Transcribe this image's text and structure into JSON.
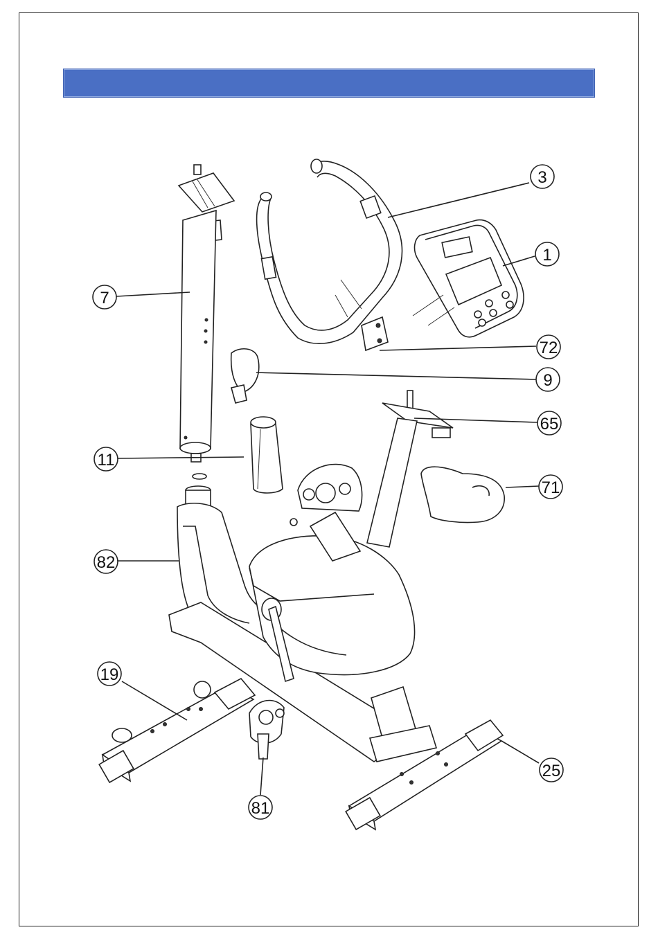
{
  "header": {
    "title": "",
    "color": "#4a6fc4"
  },
  "callouts": [
    {
      "id": "3",
      "label": "3"
    },
    {
      "id": "1",
      "label": "1"
    },
    {
      "id": "7",
      "label": "7"
    },
    {
      "id": "72",
      "label": "72"
    },
    {
      "id": "9",
      "label": "9"
    },
    {
      "id": "65",
      "label": "65"
    },
    {
      "id": "11",
      "label": "11"
    },
    {
      "id": "71",
      "label": "71"
    },
    {
      "id": "82",
      "label": "82"
    },
    {
      "id": "19",
      "label": "19"
    },
    {
      "id": "25",
      "label": "25"
    },
    {
      "id": "81",
      "label": "81"
    }
  ]
}
